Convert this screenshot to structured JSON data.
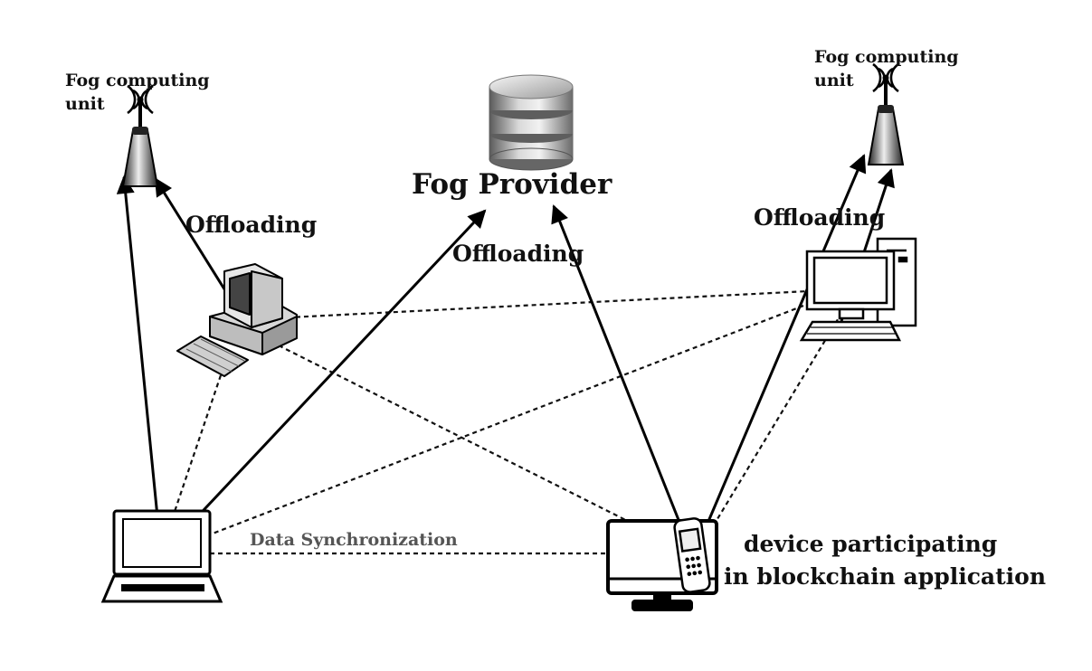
{
  "labels": {
    "fog_unit_left_line1": "Fog computing",
    "fog_unit_left_line2": "unit",
    "fog_unit_right_line1": "Fog computing",
    "fog_unit_right_line2": "unit",
    "fog_provider": "Fog Provider",
    "offloading_left": "Offloading",
    "offloading_center": "Offloading",
    "offloading_right": "Offloading",
    "data_sync": "Data Synchronization",
    "device_line1": "device participating",
    "device_line2": "in blockchain application"
  },
  "icons": [
    "antenna-tower-icon",
    "database-server-icon",
    "desktop-computer-icon",
    "laptop-icon",
    "monitor-icon",
    "mobile-phone-icon"
  ],
  "colors": {
    "line": "#000000",
    "sync_label": "#555555"
  }
}
